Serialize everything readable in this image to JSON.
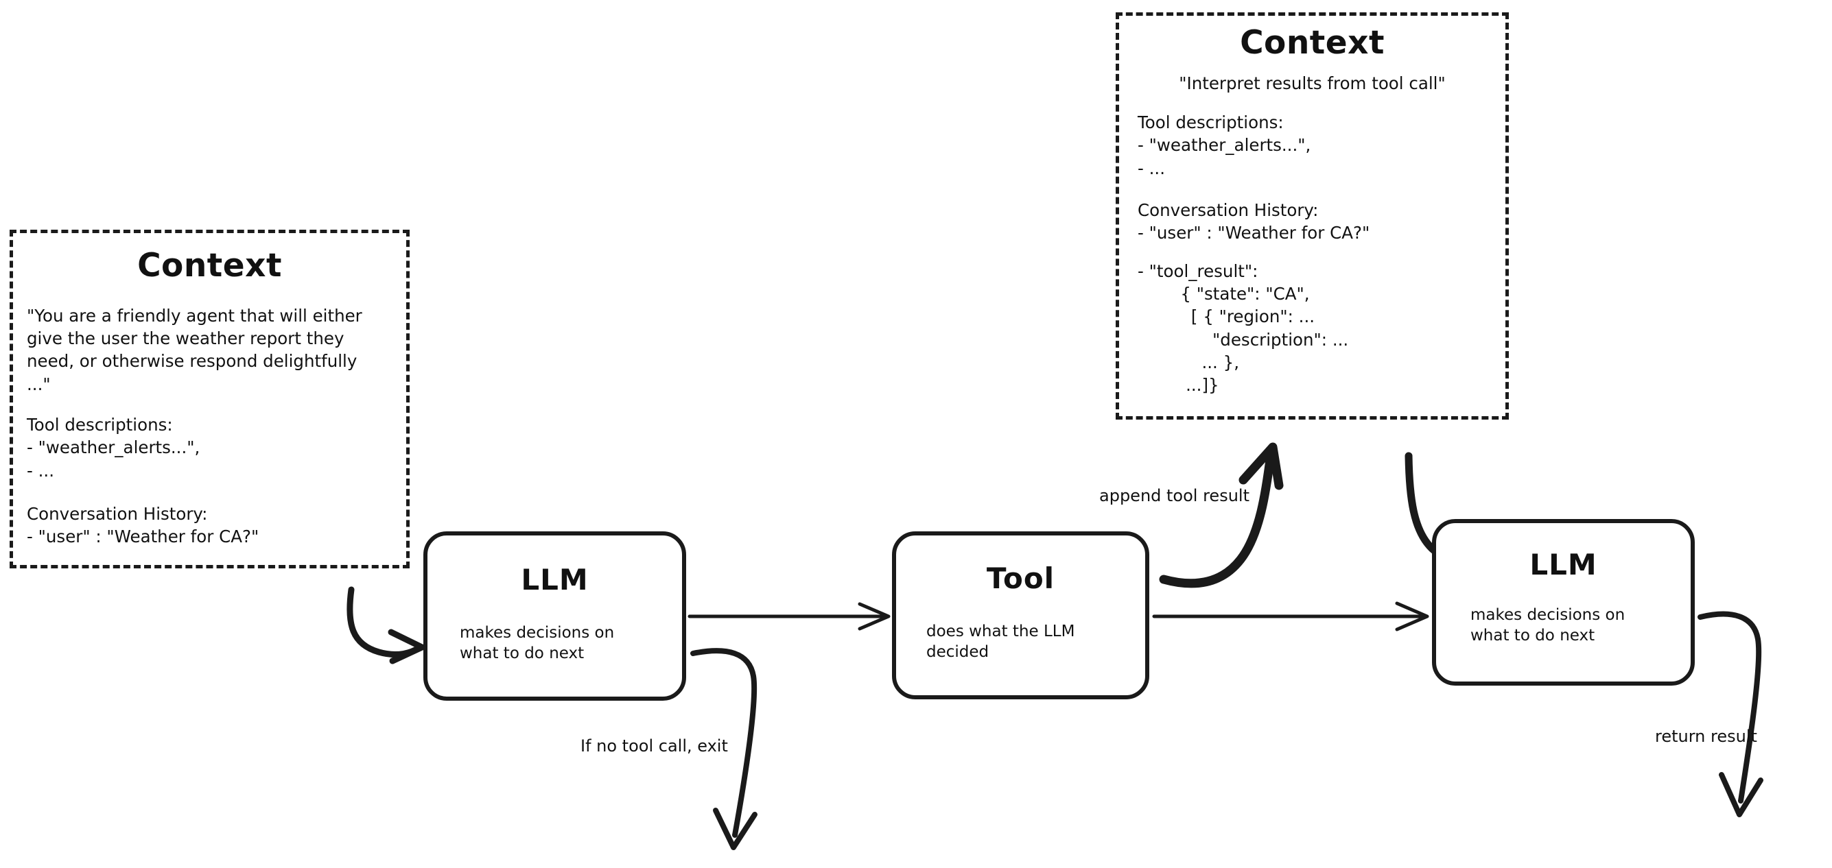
{
  "diagram": {
    "type": "agent-loop-flow",
    "stroke_color": "#1a1a1a",
    "background": "#ffffff"
  },
  "context_left": {
    "title": "Context",
    "intro": "\"You are a friendly agent that will either give the user the weather report they need, or otherwise respond delightfully ...\"",
    "tool_descriptions": "Tool descriptions:\n- \"weather_alerts...\",\n- ...",
    "conversation_history": "Conversation History:\n- \"user\" : \"Weather for CA?\""
  },
  "context_right": {
    "title": "Context",
    "intro": "\"Interpret results from tool call\"",
    "tool_descriptions": "Tool descriptions:\n- \"weather_alerts...\",\n- ...",
    "conversation_history": "Conversation History:\n- \"user\" : \"Weather for CA?\"",
    "tool_result": "- \"tool_result\":\n        { \"state\": \"CA\",\n          [ { \"region\": ...\n              \"description\": ...\n            ... },\n         ...]}"
  },
  "nodes": {
    "llm1": {
      "title": "LLM",
      "subtitle": "makes decisions on\nwhat to do next"
    },
    "tool": {
      "title": "Tool",
      "subtitle": "does what the LLM\ndecided"
    },
    "llm2": {
      "title": "LLM",
      "subtitle": "makes decisions on\nwhat to do next"
    }
  },
  "edges": {
    "context_to_llm1": "",
    "llm1_to_tool": "",
    "llm1_exit": "If no tool call, exit",
    "tool_to_context": "append tool result",
    "tool_to_llm2": "",
    "context_to_llm2": "",
    "llm2_return": "return result"
  }
}
